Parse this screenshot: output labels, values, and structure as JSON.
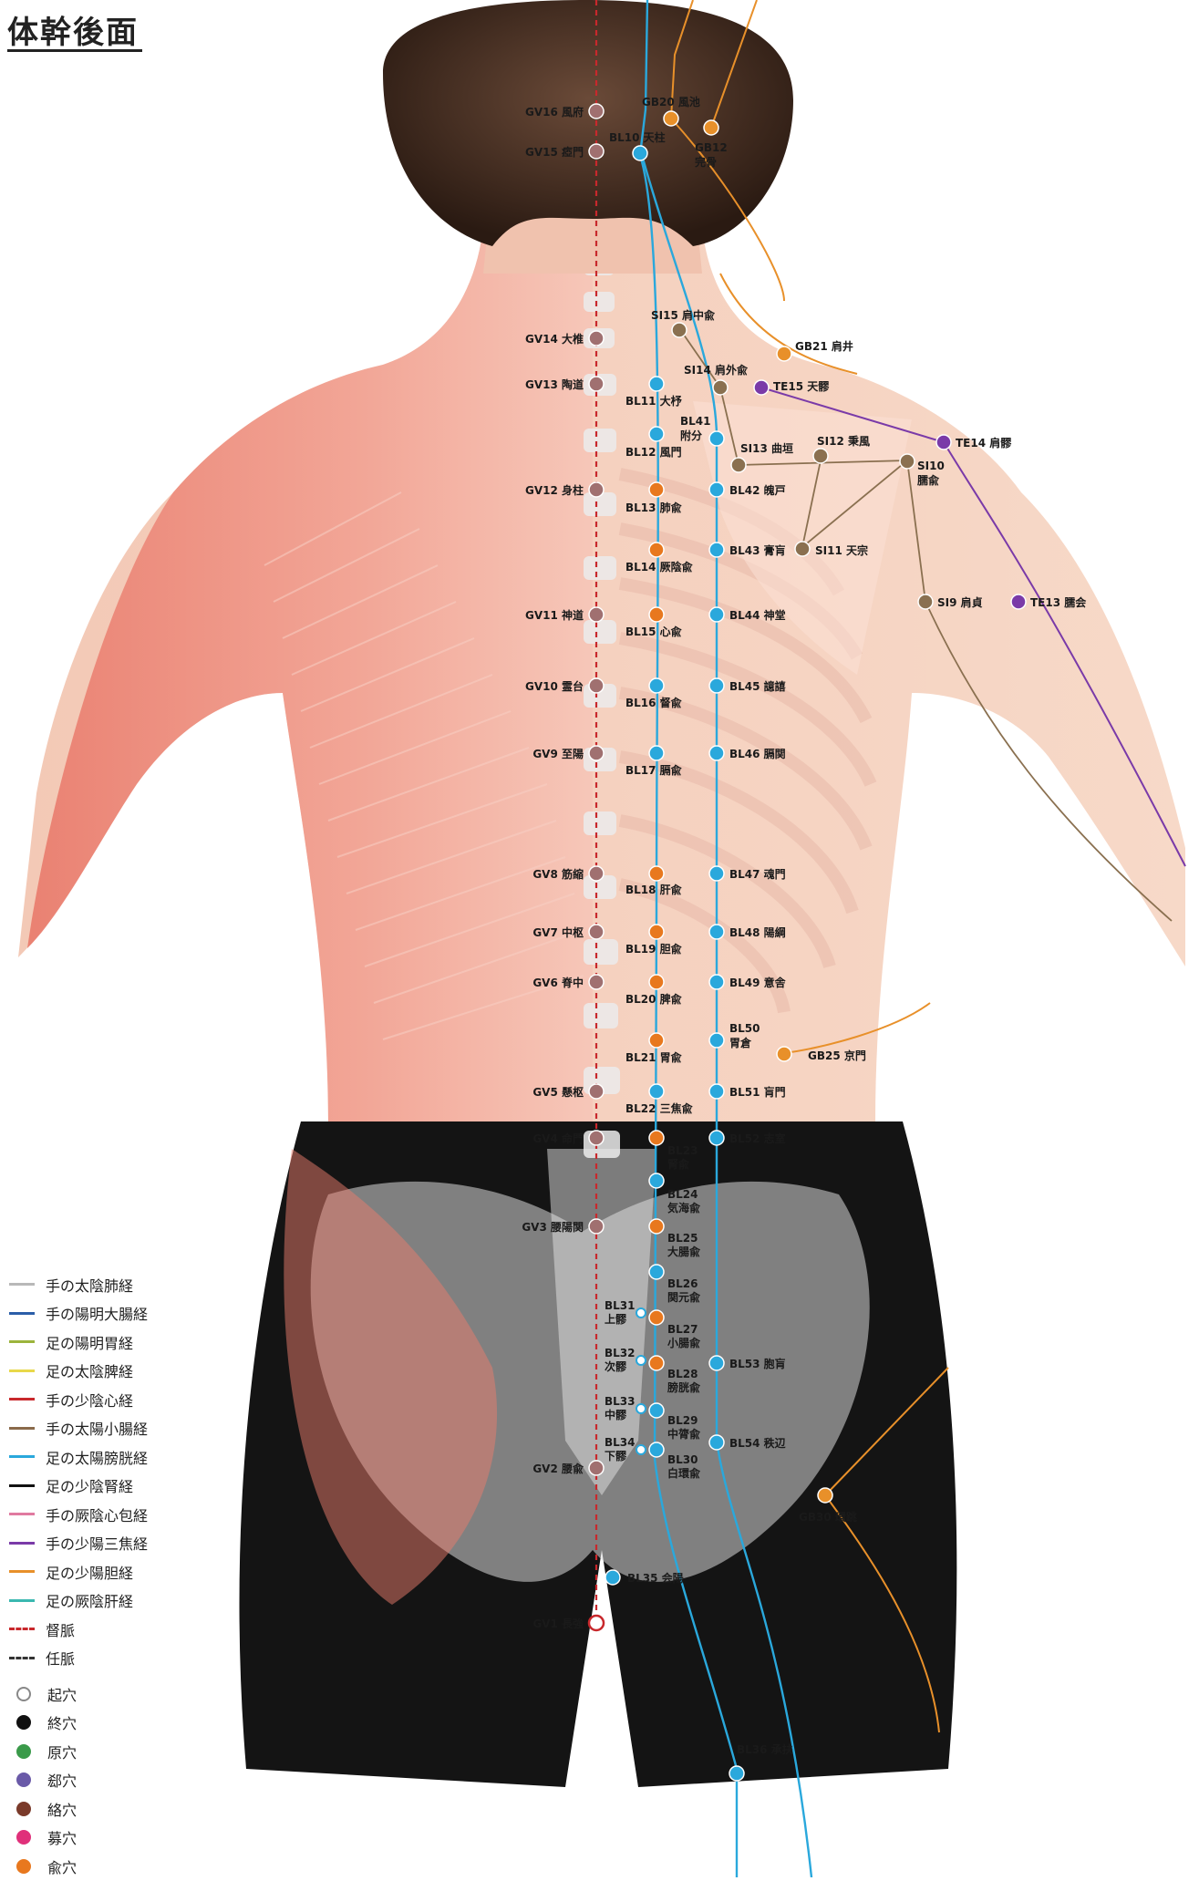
{
  "title": "体幹後面",
  "legend": {
    "meridians": [
      {
        "label": "手の太陰肺経",
        "color": "#b8b8b8",
        "style": "solid"
      },
      {
        "label": "手の陽明大腸経",
        "color": "#2b5ea8",
        "style": "solid"
      },
      {
        "label": "足の陽明胃経",
        "color": "#9cb43c",
        "style": "solid"
      },
      {
        "label": "足の太陰脾経",
        "color": "#e8d84a",
        "style": "solid"
      },
      {
        "label": "手の少陰心経",
        "color": "#c8282c",
        "style": "solid"
      },
      {
        "label": "手の太陽小腸経",
        "color": "#8a6a4a",
        "style": "solid"
      },
      {
        "label": "足の太陽膀胱経",
        "color": "#2aa8dc",
        "style": "solid"
      },
      {
        "label": "足の少陰腎経",
        "color": "#111111",
        "style": "solid"
      },
      {
        "label": "手の厥陰心包経",
        "color": "#e07aa0",
        "style": "solid"
      },
      {
        "label": "手の少陽三焦経",
        "color": "#7a3aa8",
        "style": "solid"
      },
      {
        "label": "足の少陽胆経",
        "color": "#e8902a",
        "style": "solid"
      },
      {
        "label": "足の厥陰肝経",
        "color": "#3ab8b0",
        "style": "solid"
      },
      {
        "label": "督脈",
        "color": "#c8282c",
        "style": "dashed"
      },
      {
        "label": "任脈",
        "color": "#333333",
        "style": "dashed"
      }
    ],
    "point_types": [
      {
        "label": "起穴",
        "color": "#ffffff",
        "border": "#888888"
      },
      {
        "label": "終穴",
        "color": "#111111",
        "border": "#111111"
      },
      {
        "label": "原穴",
        "color": "#3a9a4a",
        "border": "#3a9a4a"
      },
      {
        "label": "郄穴",
        "color": "#6a5aa8",
        "border": "#6a5aa8"
      },
      {
        "label": "絡穴",
        "color": "#7a3a2a",
        "border": "#7a3a2a"
      },
      {
        "label": "募穴",
        "color": "#e0307a",
        "border": "#e0307a"
      },
      {
        "label": "兪穴",
        "color": "#e8781e",
        "border": "#e8781e"
      }
    ]
  },
  "points": {
    "gv16": "GV16 風府",
    "gv15": "GV15 瘂門",
    "gv14": "GV14 大椎",
    "gv13": "GV13 陶道",
    "gv12": "GV12 身柱",
    "gv11": "GV11 神道",
    "gv10": "GV10 霊台",
    "gv9": "GV9 至陽",
    "gv8": "GV8 筋縮",
    "gv7": "GV7 中枢",
    "gv6": "GV6 脊中",
    "gv5": "GV5 懸枢",
    "gv4": "GV4 命門",
    "gv3": "GV3 腰陽関",
    "gv2": "GV2 腰兪",
    "gv1": "GV1 長強",
    "gb20": "GB20 風池",
    "gb12a": "GB12",
    "gb12b": "完骨",
    "gb21": "GB21 肩井",
    "gb25": "GB25 京門",
    "gb30": "GB30 環跳",
    "bl10": "BL10 天柱",
    "bl11": "BL11 大杼",
    "bl41a": "BL41",
    "bl41b": "附分",
    "bl12": "BL12 風門",
    "bl13": "BL13 肺兪",
    "bl14": "BL14 厥陰兪",
    "bl15": "BL15 心兪",
    "bl16": "BL16 督兪",
    "bl17": "BL17 膈兪",
    "bl18": "BL18 肝兪",
    "bl19": "BL19 胆兪",
    "bl20": "BL20 脾兪",
    "bl21": "BL21 胃兪",
    "bl22": "BL22 三焦兪",
    "bl23a": "BL23",
    "bl23b": "腎兪",
    "bl24a": "BL24",
    "bl24b": "気海兪",
    "bl25a": "BL25",
    "bl25b": "大腸兪",
    "bl26a": "BL26",
    "bl26b": "関元兪",
    "bl27a": "BL27",
    "bl27b": "小腸兪",
    "bl28a": "BL28",
    "bl28b": "膀胱兪",
    "bl29a": "BL29",
    "bl29b": "中膂兪",
    "bl30a": "BL30",
    "bl30b": "白環兪",
    "bl31a": "BL31",
    "bl31b": "上髎",
    "bl32a": "BL32",
    "bl32b": "次髎",
    "bl33a": "BL33",
    "bl33b": "中髎",
    "bl34a": "BL34",
    "bl34b": "下髎",
    "bl35": "BL35 会陽",
    "bl36": "BL36 承扶",
    "bl42": "BL42 魄戸",
    "bl43": "BL43 膏肓",
    "bl44": "BL44 神堂",
    "bl45": "BL45 譩譆",
    "bl46": "BL46 膈関",
    "bl47": "BL47 魂門",
    "bl48": "BL48 陽綱",
    "bl49": "BL49 意舎",
    "bl50a": "BL50",
    "bl50b": "胃倉",
    "bl51": "BL51 肓門",
    "bl52": "BL52 志室",
    "bl53": "BL53 胞肓",
    "bl54": "BL54 秩辺",
    "si9": "SI9 肩貞",
    "si10a": "SI10",
    "si10b": "臑兪",
    "si11": "SI11 天宗",
    "si12": "SI12 秉風",
    "si13": "SI13 曲垣",
    "si14": "SI14 肩外兪",
    "si15": "SI15 肩中兪",
    "te13": "TE13 臑会",
    "te14": "TE14 肩髎",
    "te15": "TE15 天髎"
  },
  "colors": {
    "gv": "#a07070",
    "bl": "#2aa8dc",
    "bl_shu": "#e8781e",
    "si": "#8a7050",
    "gb": "#e8902a",
    "te": "#7a3aa8",
    "gv_line": "#c8282c"
  }
}
